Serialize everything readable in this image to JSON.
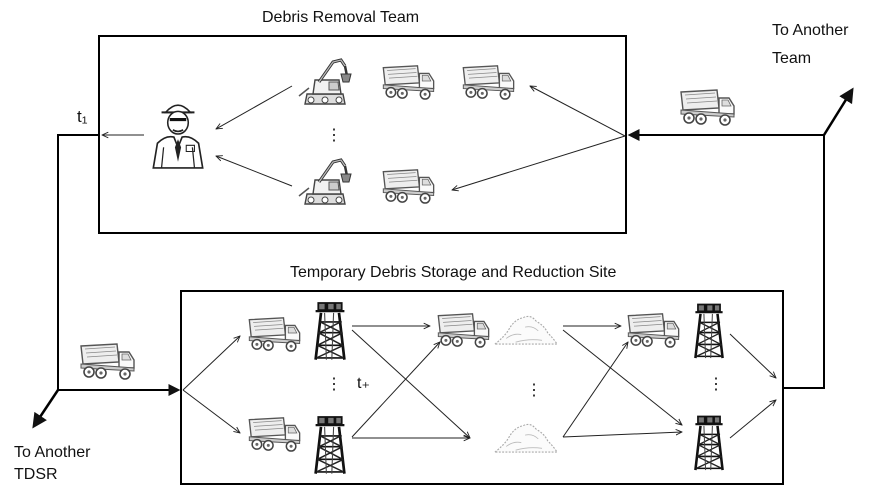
{
  "team_box": {
    "title": "Debris Removal Team"
  },
  "tdsr_box": {
    "title": "Temporary Debris Storage and Reduction Site"
  },
  "labels": {
    "to_another_team": [
      "To Another",
      "Team"
    ],
    "to_another_tdsr": [
      "To Another",
      "TDSR"
    ],
    "t1": "t₁",
    "ts": "t₊",
    "dots": "⋮"
  },
  "icons": {
    "worker": "worker-icon",
    "excavator": "excavator-icon",
    "truck": "dump-truck-icon",
    "tower": "crusher-tower-icon",
    "pile": "debris-pile-icon"
  }
}
